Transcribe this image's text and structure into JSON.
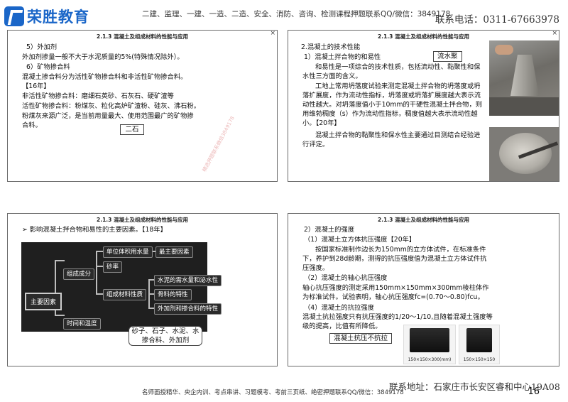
{
  "header": {
    "logo_text": "荣胜教育",
    "courses_line": "二建、监理、一建、一造、二造、安全、消防、咨询、检测课程押题联系QQ/微信：3849178",
    "phone": "联系电话：0311-67663978"
  },
  "slide1": {
    "title": "2.1.3 混凝土及组成材料的性能与应用",
    "lines": [
      "5）外加剂",
      "外加剂掺量一般不大于水泥质量的5%(特殊情况除外）。",
      "6）矿物掺合料",
      "混凝土掺合料分为活性矿物掺合料和非活性矿物掺合料。",
      "【16年】",
      "非活性矿物掺合料：磨细石英砂、石灰石、硬矿渣等",
      "活性矿物掺合料：粉煤灰、粒化高炉矿渣粉、硅灰、沸石粉。",
      "粉煤灰来源广泛，是当前用量最大、使用范围最广的矿物掺",
      "合料。"
    ],
    "tag": "二石",
    "watermark": "精选押题联系微信3849178"
  },
  "slide2": {
    "title": "2.1.3 混凝土及组成材料的性能与应用",
    "lines": [
      "2.混凝土的技术性能",
      "1）混凝土拌合物的和易性"
    ],
    "tag": "流水聚",
    "paragraphs": [
      "和易性是一项综合的技术性质，包括流动性、黏聚性和保水性三方面的含义。",
      "工地上常用坍落度试验来测定混凝土拌合物的坍落度或坍落扩展度，作为流动性指标，坍落度或坍落扩展度越大表示流动性越大。对坍落度值小于10mm的干硬性混凝土拌合物，则用维勃稠度（s）作为流动性指标，稠度值越大表示流动性越小。【20年】",
      "混凝土拌合物的黏聚性和保水性主要通过目测结合经验进行评定。"
    ]
  },
  "slide3": {
    "title": "2.1.3 混凝土及组成材料的性能与应用",
    "intro": "➢ 影响混凝土拌合物和易性的主要因素。【18年】",
    "mindmap": {
      "root": "主要因素",
      "level1": [
        "组成成分",
        "时间和温度"
      ],
      "composition": [
        "单位体积用水量",
        "砂率",
        "组成材料性质"
      ],
      "water_note": "最主要因素",
      "material": [
        "水泥的需水量和泌水性",
        "骨料的特性",
        "外加剂和掺合料的特性"
      ]
    },
    "callout": [
      "砂子、石子、水泥、水",
      "掺合料、外加剂"
    ]
  },
  "slide4": {
    "title": "2.1.3 混凝土及组成材料的性能与应用",
    "lines": [
      "2）混凝土的强度",
      "（1）混凝土立方体抗压强度【20年】"
    ],
    "p1": "按国家标准制作边长为150mm的立方体试件，在标准条件下，养护到28d龄期，测得的抗压强度值为混凝土立方体试件抗压强度。",
    "h2": "（2）混凝土的轴心抗压强度",
    "p2": "轴心抗压强度的测定采用150mm×150mm×300mm棱柱体作为标准试件。试验表明，轴心抗压强度fc=(0.70～0.80)fcu。",
    "h3": "（4）混凝土的抗拉强度",
    "p3": "混凝土抗拉强度只有抗压强度的1/20～1/10,且随着混凝土强度等级的提高，比值有所降低。",
    "tag": "混凝土抗压不抗拉",
    "mold1_caption": "150×150×300(mm)",
    "mold2_caption": "150×150×150"
  },
  "footer": {
    "address": "联系地址：石家庄市长安区睿和中心19A08",
    "promo": "名师面授精华、央企内训、考点串讲、习题模考、考前三页纸、绝密押题联系QQ/微信：3849178",
    "page_number": "16"
  }
}
